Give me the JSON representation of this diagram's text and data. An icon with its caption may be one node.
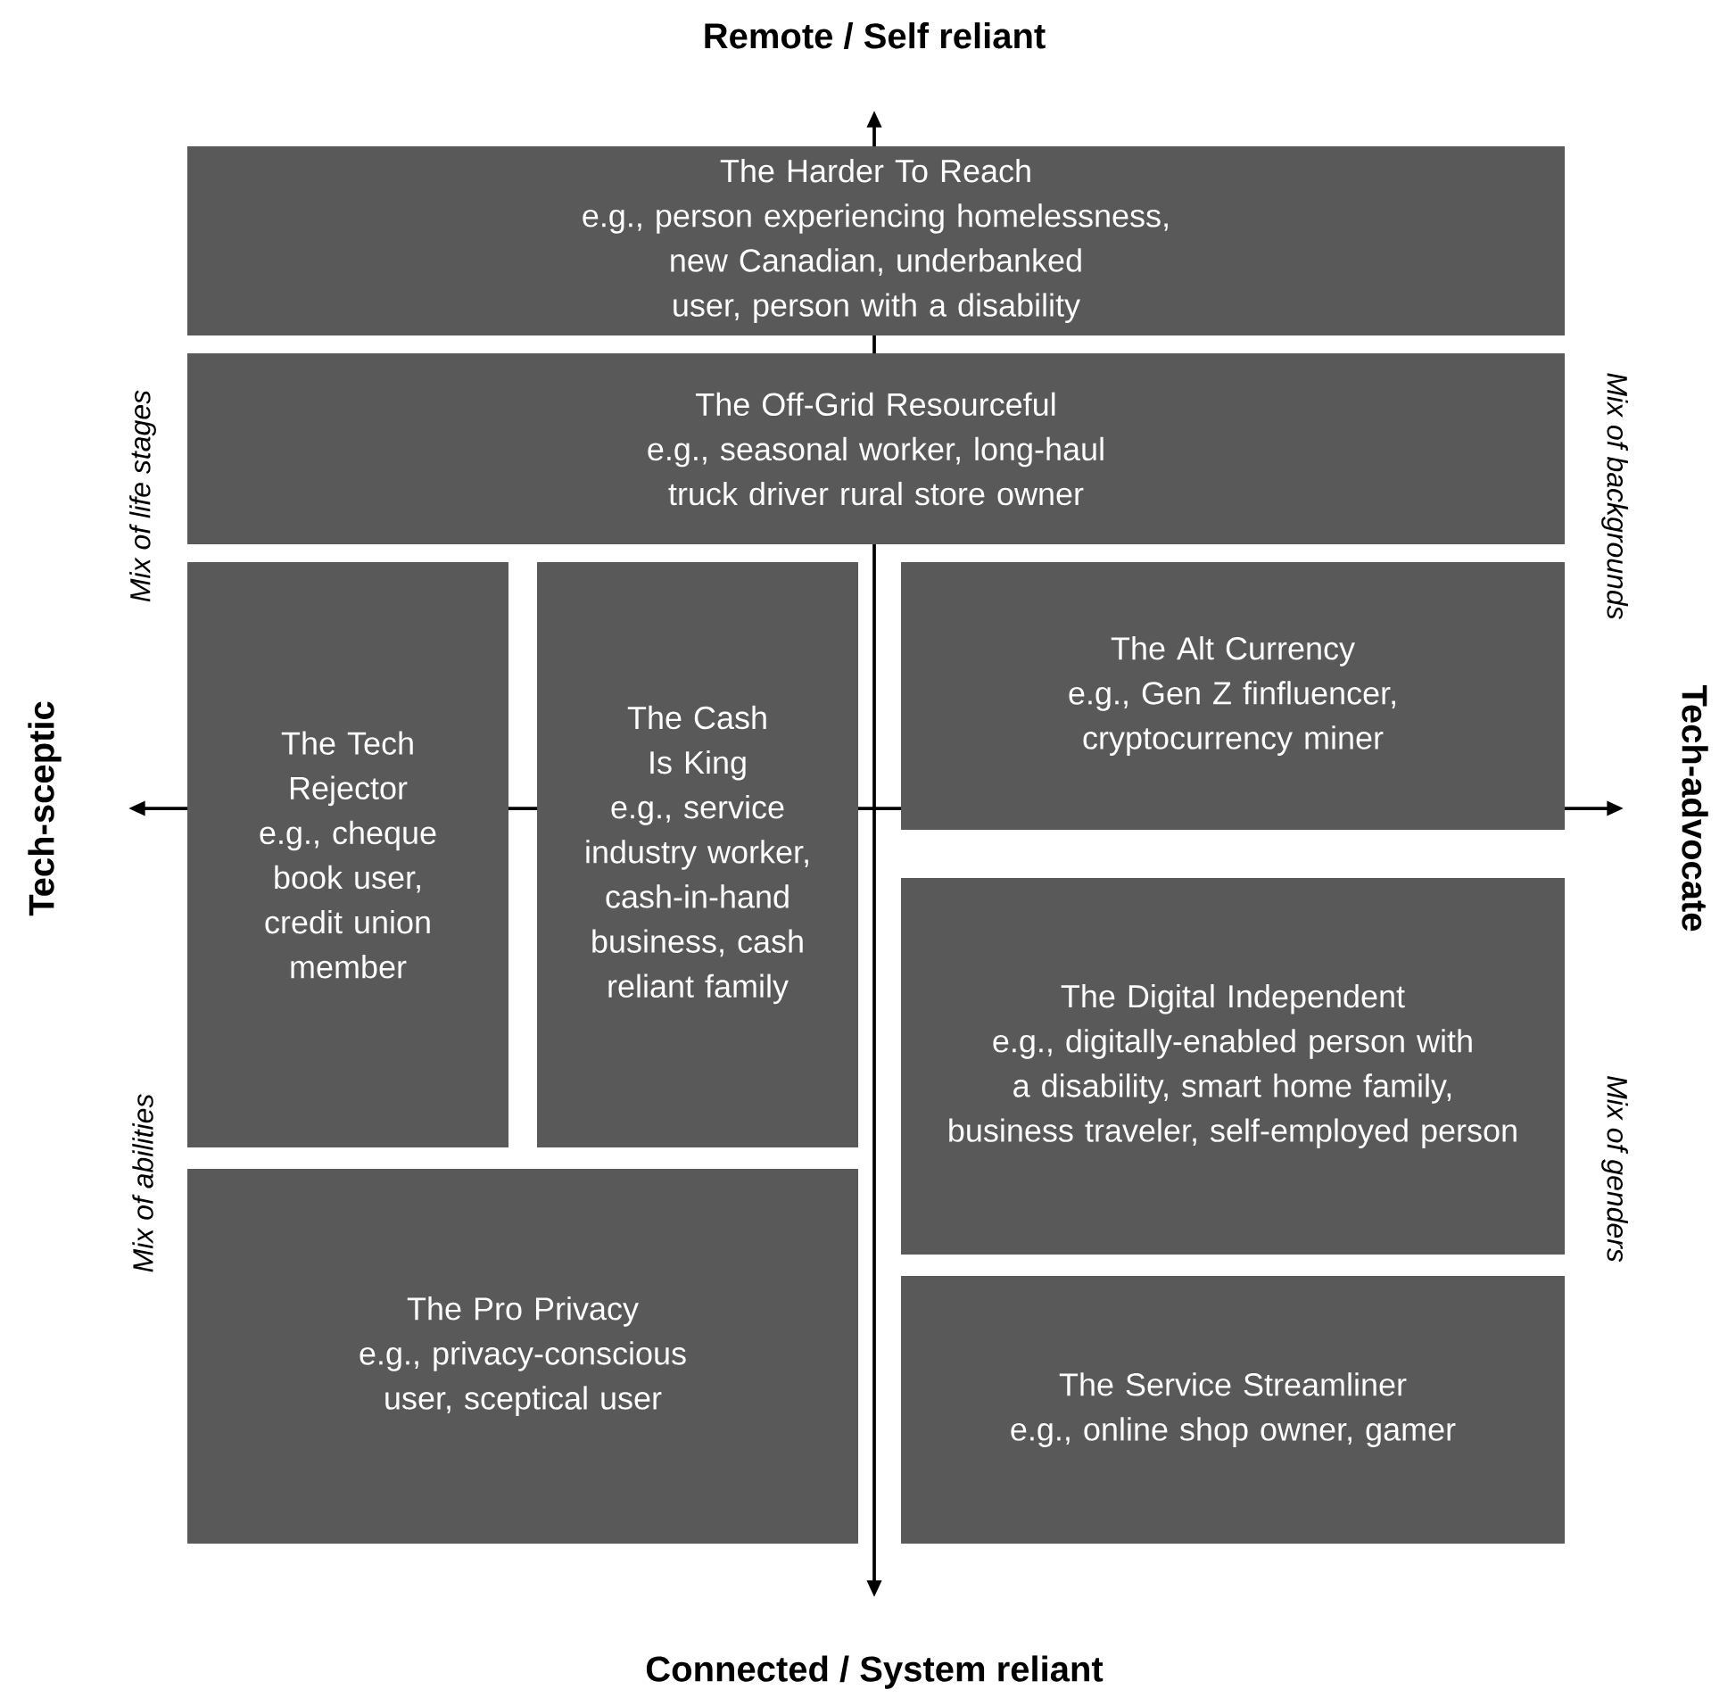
{
  "diagram": {
    "nodes": [
      {
        "text": [
          "The Harder To Reach",
          "e.g., person experiencing homelessness, new Canadian, underbanked user, person with a disability"
        ]
      },
      {
        "text": [
          "The Off-Grid Resourceful",
          "e.g., seasonal worker, long-haul truck driver rural store owner"
        ]
      },
      {
        "text": [
          "The Tech Rejector",
          "e.g., cheque book user, credit union member"
        ]
      },
      {
        "text": [
          "The Cash Is King",
          "e.g., service industry worker, cash-in-hand business, cash reliant family"
        ]
      },
      {
        "text": [
          "The Alt Currency",
          "e.g., Gen Z finfluencer, cryptocurrency miner"
        ]
      },
      {
        "text": [
          "The Digital Independent",
          "e.g., digitally-enabled person with a disability, smart home family, business traveler, self-employed person"
        ]
      },
      {
        "text": [
          "The Pro Privacy",
          "e.g., privacy-conscious user, sceptical user"
        ]
      },
      {
        "text": [
          "The Service Streamliner",
          "e.g., online shop owner, gamer"
        ]
      }
    ],
    "labels": [
      "Remote / Self reliant",
      "Mix of life stages",
      "Mix of backgrounds",
      "Tech-sceptic",
      "Tech-advocate",
      "Mix of abilities",
      "Mix of genders",
      "Connected / System reliant"
    ]
  }
}
